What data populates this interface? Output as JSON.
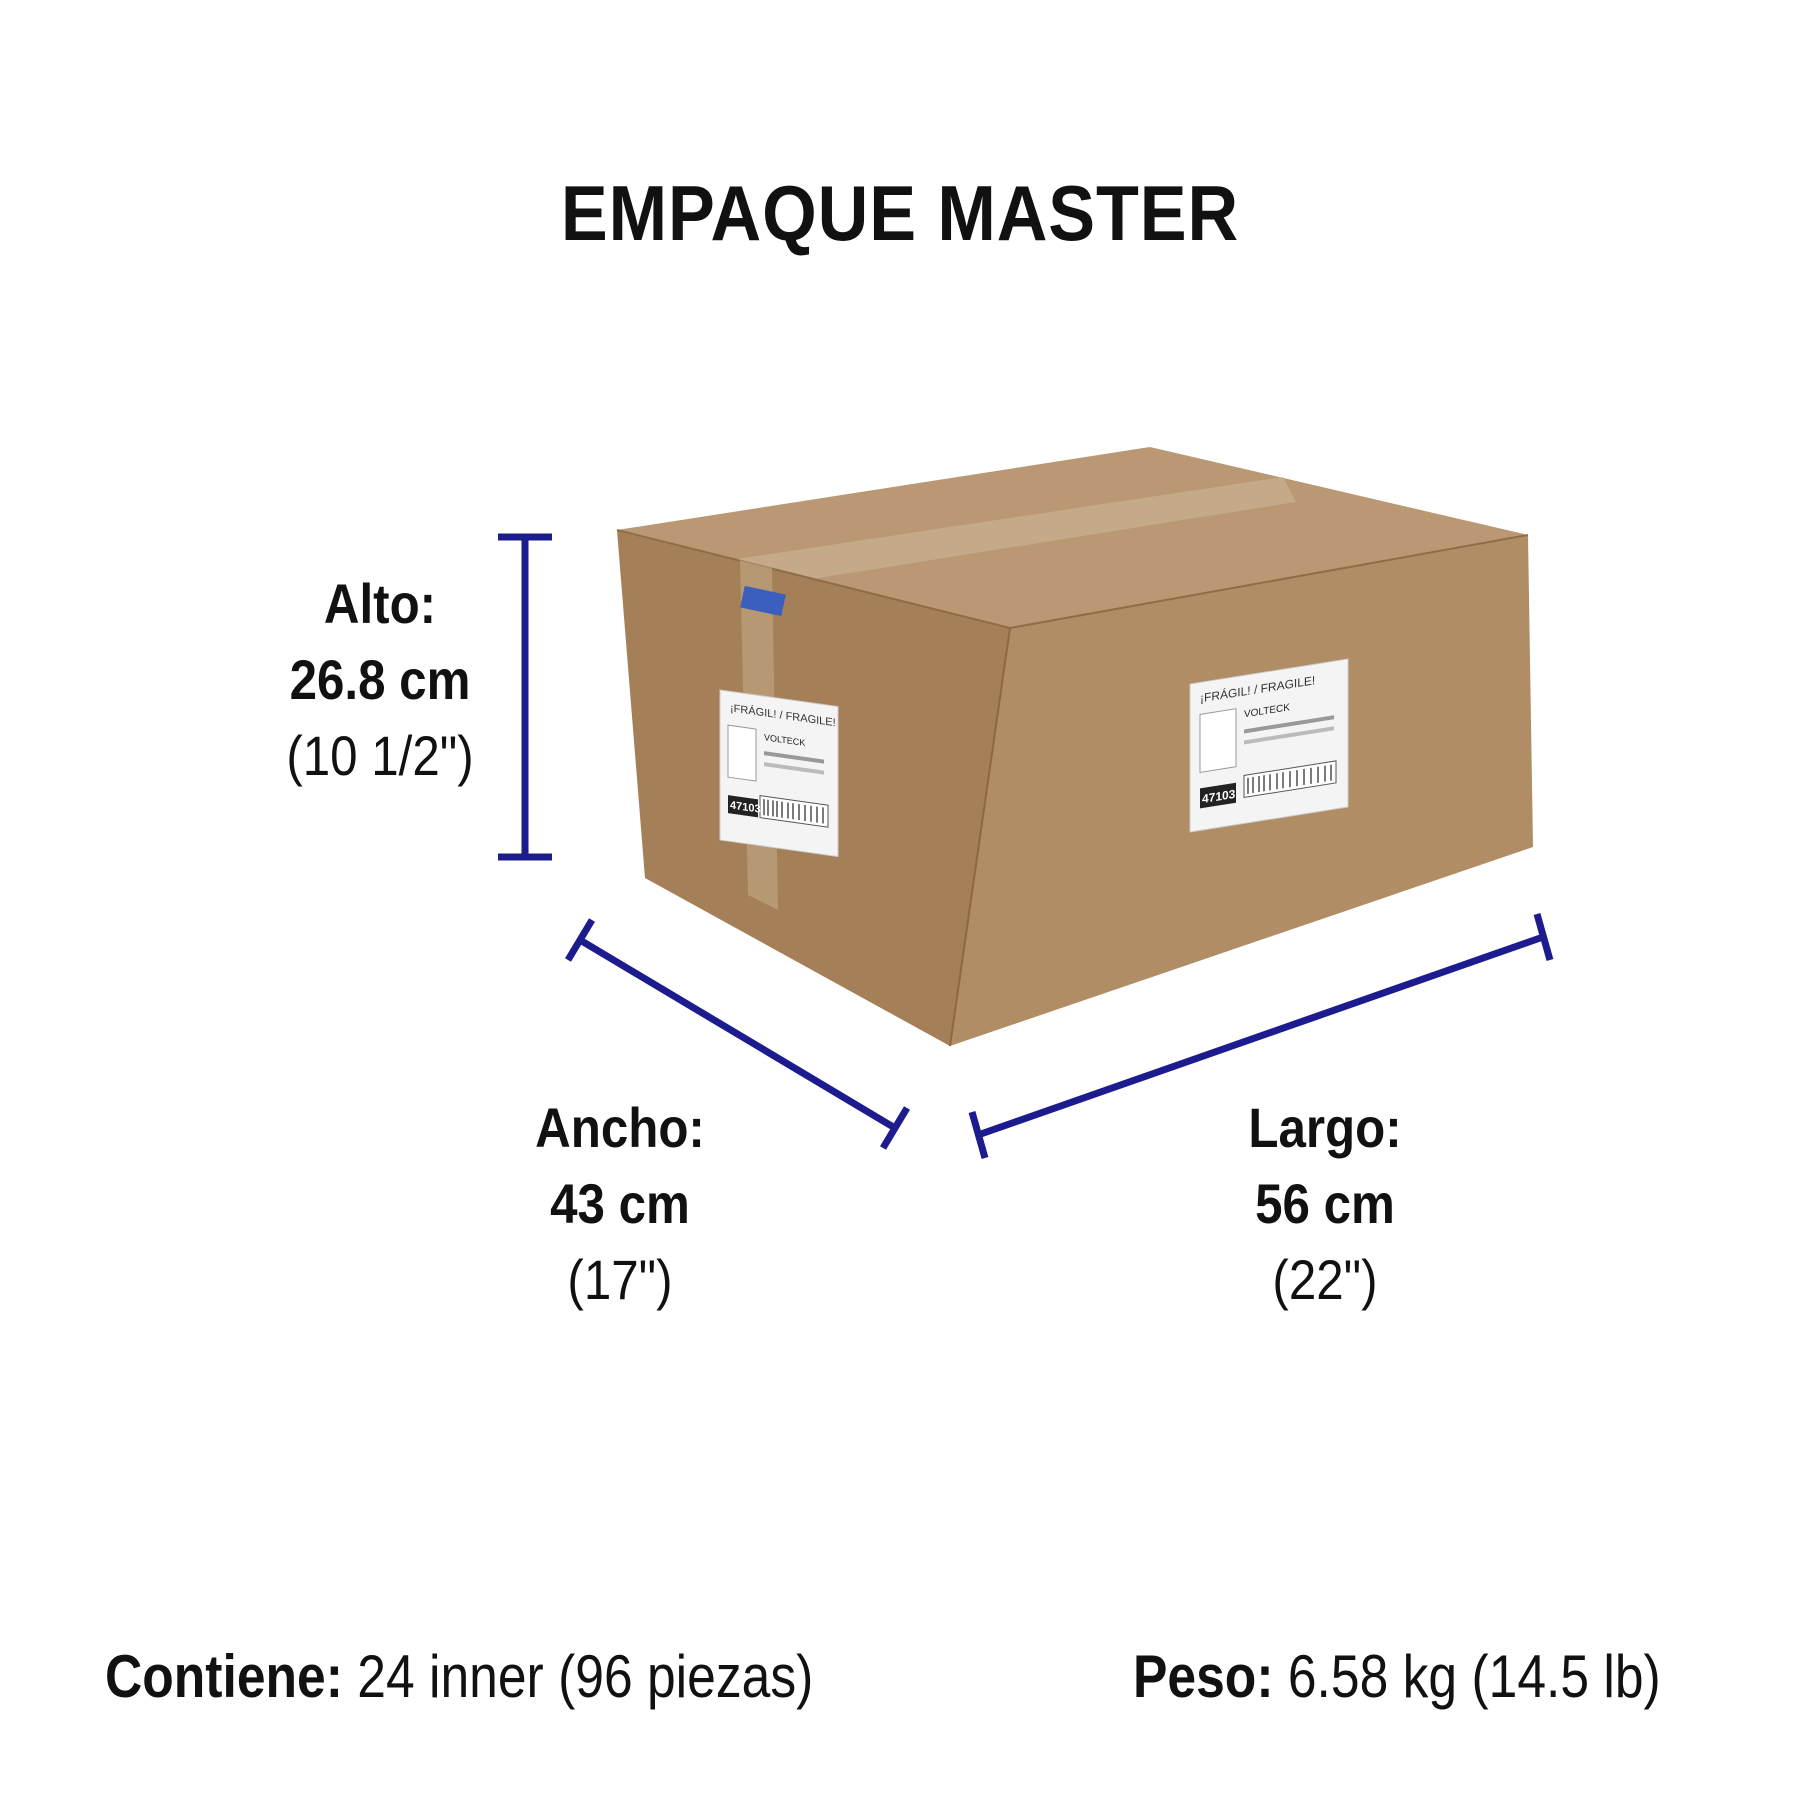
{
  "title": "EMPAQUE MASTER",
  "dimensions": {
    "alto": {
      "label": "Alto:",
      "metric": "26.8 cm",
      "imperial": "(10 1/2\")"
    },
    "ancho": {
      "label": "Ancho:",
      "metric": "43 cm",
      "imperial": "(17\")"
    },
    "largo": {
      "label": "Largo:",
      "metric": "56 cm",
      "imperial": "(22\")"
    }
  },
  "footer": {
    "contiene_label": "Contiene:",
    "contiene_value": "24 inner (96 piezas)",
    "peso_label": "Peso:",
    "peso_value": "6.58 kg (14.5 lb)"
  },
  "box_labels": {
    "fragile": "¡FRÁGIL! / FRAGILE!",
    "brand": "VOLTECK",
    "code": "47103"
  },
  "colors": {
    "dimension_line": "#1c1c8f",
    "cardboard_front": "#b08d64",
    "cardboard_side": "#a47f57",
    "cardboard_top": "#b99873"
  }
}
